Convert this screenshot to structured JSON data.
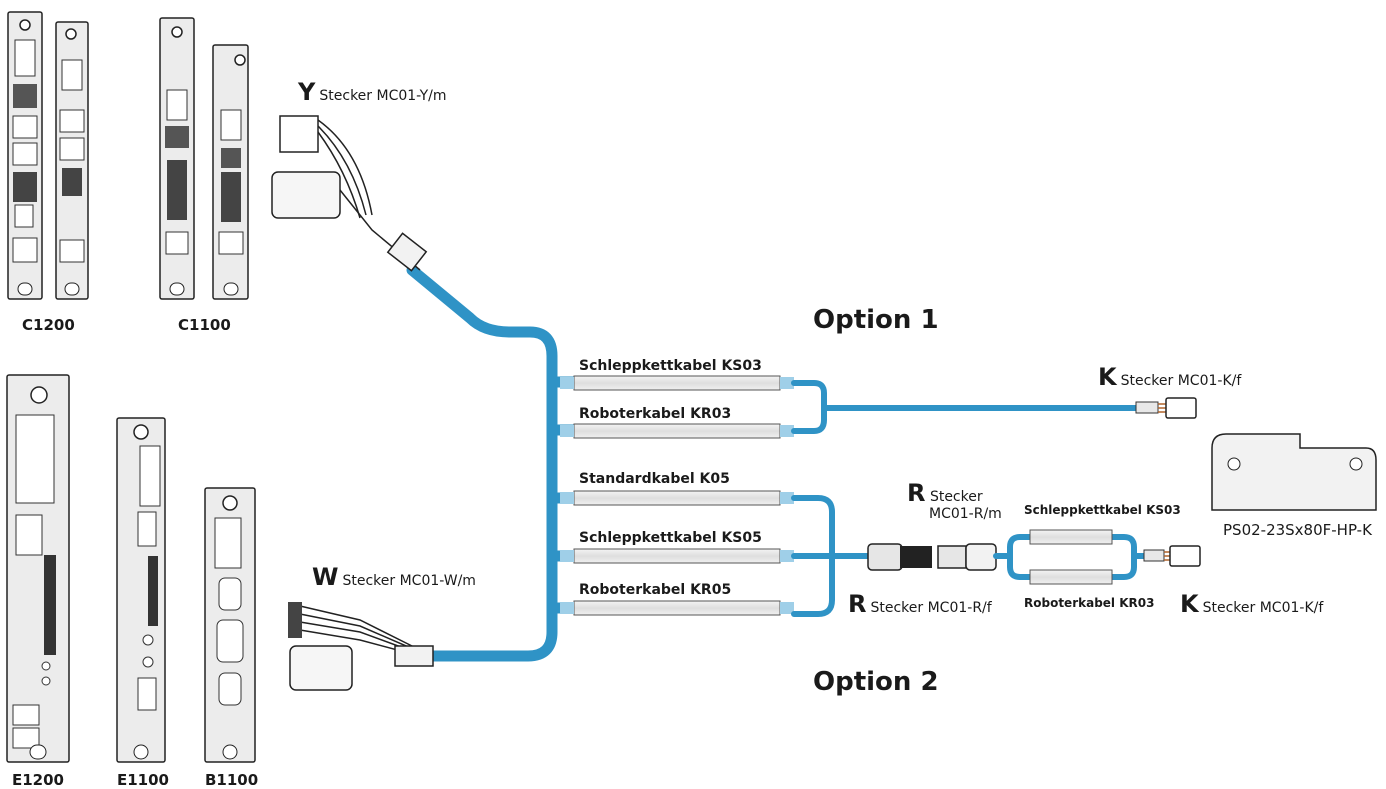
{
  "devices": {
    "c1200": "C1200",
    "c1100": "C1100",
    "e1200": "E1200",
    "e1100": "E1100",
    "b1100": "B1100"
  },
  "options": {
    "option1": "Option 1",
    "option2": "Option 2"
  },
  "cables": {
    "ks03": "Schleppkettkabel KS03",
    "kr03": "Roboterkabel KR03",
    "k05": "Standardkabel K05",
    "ks05": "Schleppkettkabel KS05",
    "kr05": "Roboterkabel KR05",
    "ext_ks03": "Schleppkettkabel KS03",
    "ext_kr03": "Roboterkabel KR03"
  },
  "connectors": {
    "y_letter": "Y",
    "y_text": "Stecker MC01-Y/m",
    "w_letter": "W",
    "w_text": "Stecker MC01-W/m",
    "k1_letter": "K",
    "k1_text": "Stecker MC01-K/f",
    "rm_letter": "R",
    "rm_text1": "Stecker",
    "rm_text2": "MC01-R/m",
    "rf_letter": "R",
    "rf_text": "Stecker MC01-R/f",
    "k2_letter": "K",
    "k2_text": "Stecker MC01-K/f"
  },
  "motor": {
    "label": "PS02-23Sx80F-HP-K"
  },
  "colors": {
    "cable_blue": "#2f93c6",
    "sleeve_blue": "#9fcfe8",
    "tube_fill": "#e2e2e2",
    "device_fill": "#e6e6e6"
  }
}
